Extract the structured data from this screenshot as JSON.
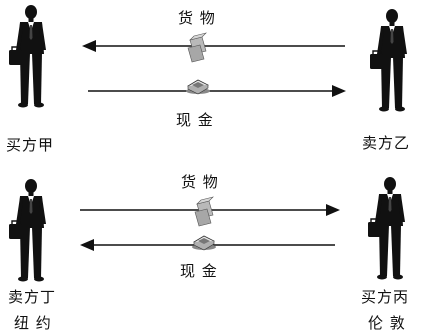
{
  "top_panel": {
    "goods_label": "货 物",
    "cash_label": "现 金",
    "left_party": "买方甲",
    "right_party": "卖方乙"
  },
  "bottom_panel": {
    "goods_label": "货 物",
    "cash_label": "现 金",
    "left_party": "卖方丁",
    "right_party": "买方丙",
    "left_city": "纽 约",
    "right_city": "伦 敦"
  }
}
